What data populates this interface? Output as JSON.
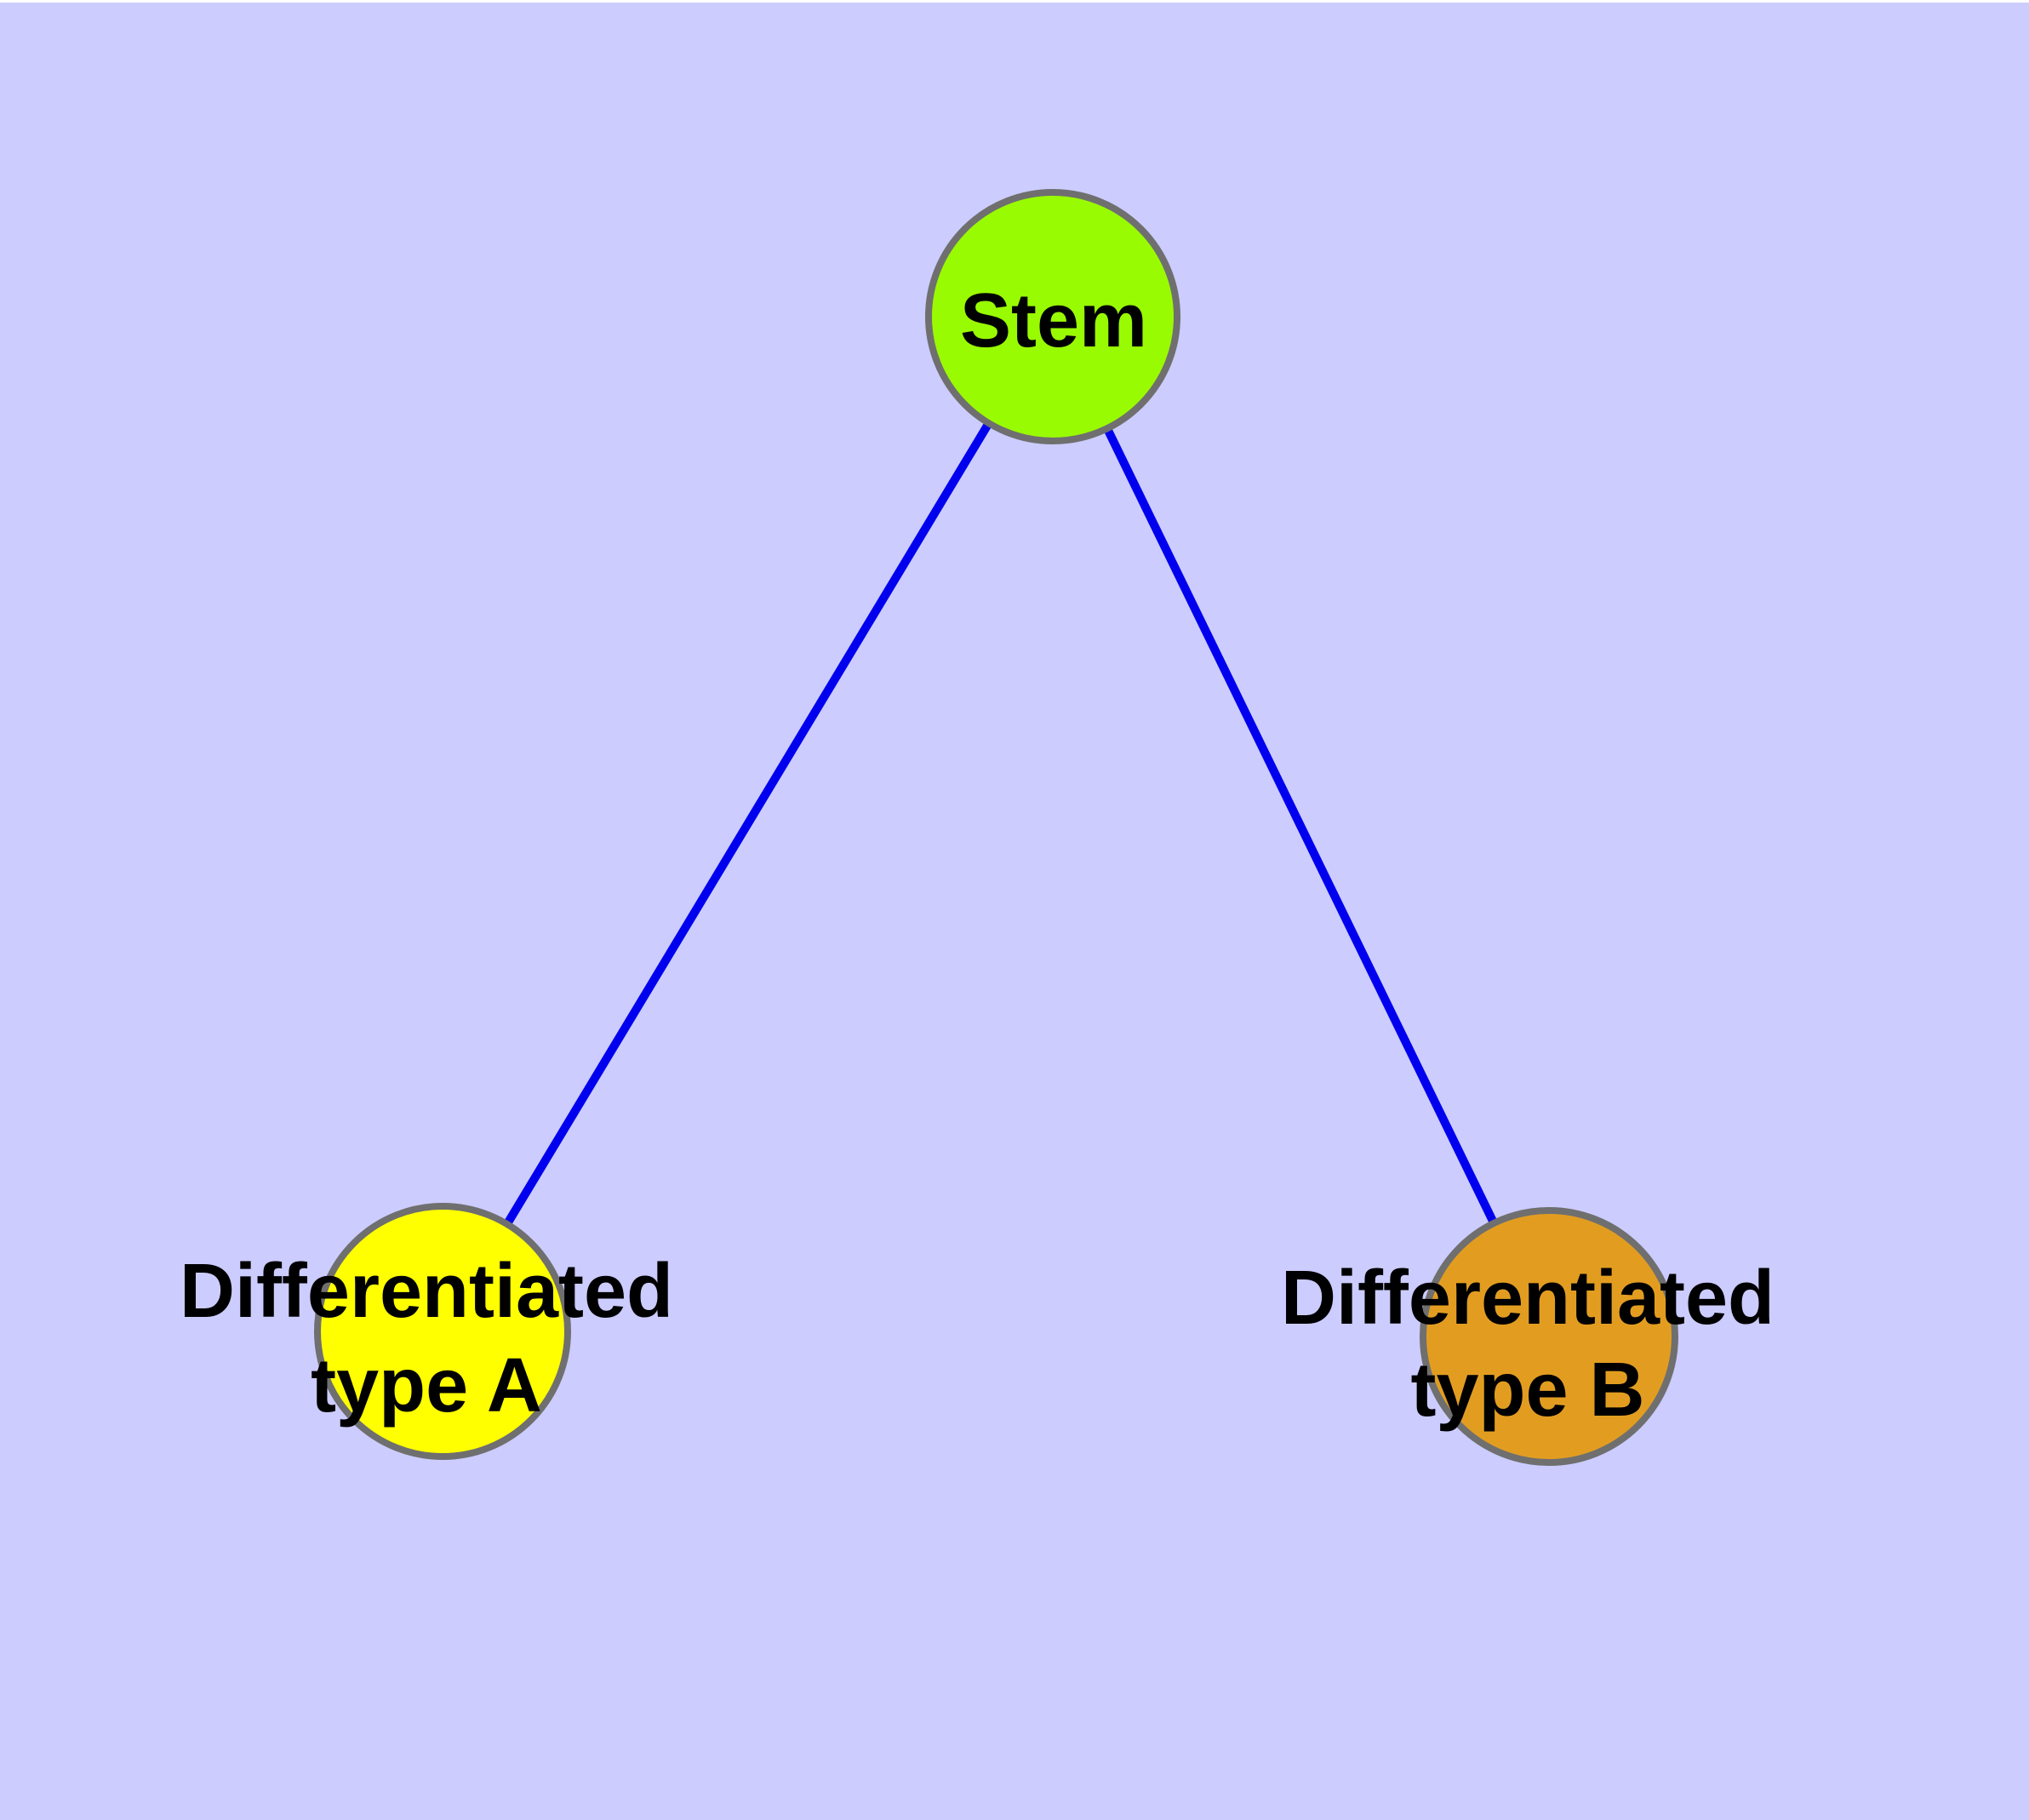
{
  "diagram": {
    "background_color": "#CCCCFF",
    "top_strip_color": "#FFFFFF",
    "edge_color": "#0000EE",
    "node_border_color": "#6F6F6F",
    "label_color": "#000000",
    "nodes": [
      {
        "id": "stem",
        "label": "Stem",
        "line1": "Stem",
        "line2": "",
        "fill": "#99FB01"
      },
      {
        "id": "differentiated-type-a",
        "label": "Differentiated type A",
        "line1": "Differentiated",
        "line2": "type A",
        "fill": "#FFFF00"
      },
      {
        "id": "differentiated-type-b",
        "label": "Differentiated type B",
        "line1": "Differentiated",
        "line2": "type B",
        "fill": "#E29D21"
      }
    ],
    "edges": [
      {
        "from": "Stem",
        "to": "Differentiated type A"
      },
      {
        "from": "Stem",
        "to": "Differentiated type B"
      }
    ]
  }
}
